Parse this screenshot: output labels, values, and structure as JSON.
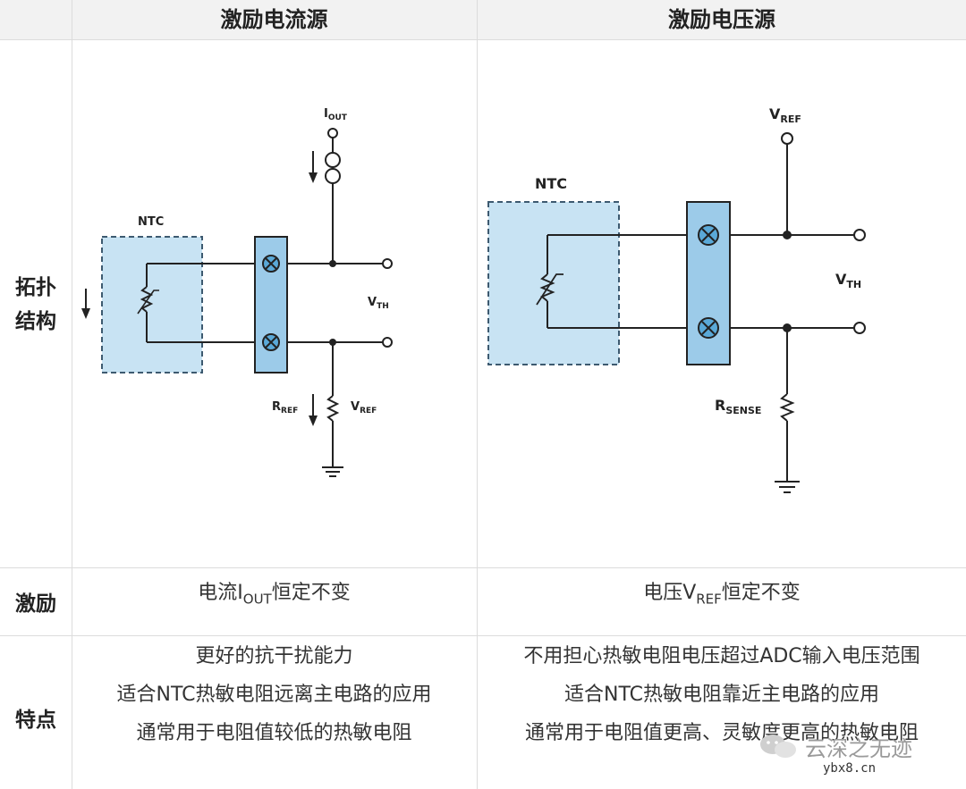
{
  "header": {
    "col1": "激励电流源",
    "col2": "激励电压源"
  },
  "rows": {
    "topology": "拓扑\n结构",
    "excitation": "激励",
    "features": "特点"
  },
  "diagram1": {
    "ntc": "NTC",
    "iout_main": "I",
    "iout_sub": "OUT",
    "vth_main": "V",
    "vth_sub": "TH",
    "rref_main": "R",
    "rref_sub": "REF",
    "vref_main": "V",
    "vref_sub": "REF"
  },
  "diagram2": {
    "ntc": "NTC",
    "vref_main": "V",
    "vref_sub": "REF",
    "vth_main": "V",
    "vth_sub": "TH",
    "rsense_main": "R",
    "rsense_sub": "SENSE"
  },
  "excitation": {
    "col1_pre": "电流I",
    "col1_sub": "OUT",
    "col1_post": "恒定不变",
    "col2_pre": "电压V",
    "col2_sub": "REF",
    "col2_post": "恒定不变"
  },
  "features": {
    "col1": [
      "更好的抗干扰能力",
      "适合NTC热敏电阻远离主电路的应用",
      "通常用于电阻值较低的热敏电阻"
    ],
    "col2": [
      "不用担心热敏电阻电压超过ADC输入电压范围",
      "适合NTC热敏电阻靠近主电路的应用",
      "通常用于电阻值更高、灵敏度更高的热敏电阻"
    ]
  },
  "watermark": {
    "text": "云深之无迹",
    "site": "ybx8.cn",
    "icon": "wechat-icon"
  },
  "colors": {
    "ntc_fill": "#c8e3f3",
    "ntc_border": "#3d5a70",
    "block_fill": "#9ccbe9",
    "terminal_fill": "#5aa9d8",
    "wire": "#222222"
  }
}
